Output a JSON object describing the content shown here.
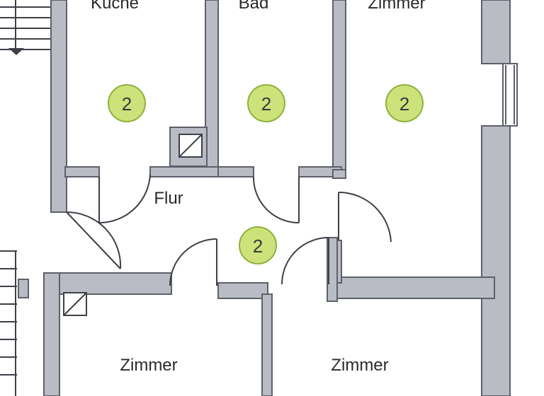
{
  "rooms": {
    "kueche": {
      "label": "Küche",
      "badge": "2"
    },
    "bad": {
      "label": "Bad",
      "badge": "2"
    },
    "zimmer_top": {
      "label": "Zimmer",
      "badge": "2"
    },
    "flur": {
      "label": "Flur",
      "badge": "2"
    },
    "zimmer_bottom_left": {
      "label": "Zimmer"
    },
    "zimmer_bottom_right": {
      "label": "Zimmer"
    }
  },
  "colors": {
    "wall_fill": "#b9bcc4",
    "wall_stroke": "#5d6069",
    "badge_fill": "#cde27a",
    "badge_stroke": "#8fb23c",
    "line": "#3f4047"
  },
  "icons": [
    "stairs-icon",
    "down-arrow-icon",
    "chimney-shaft-icon"
  ]
}
